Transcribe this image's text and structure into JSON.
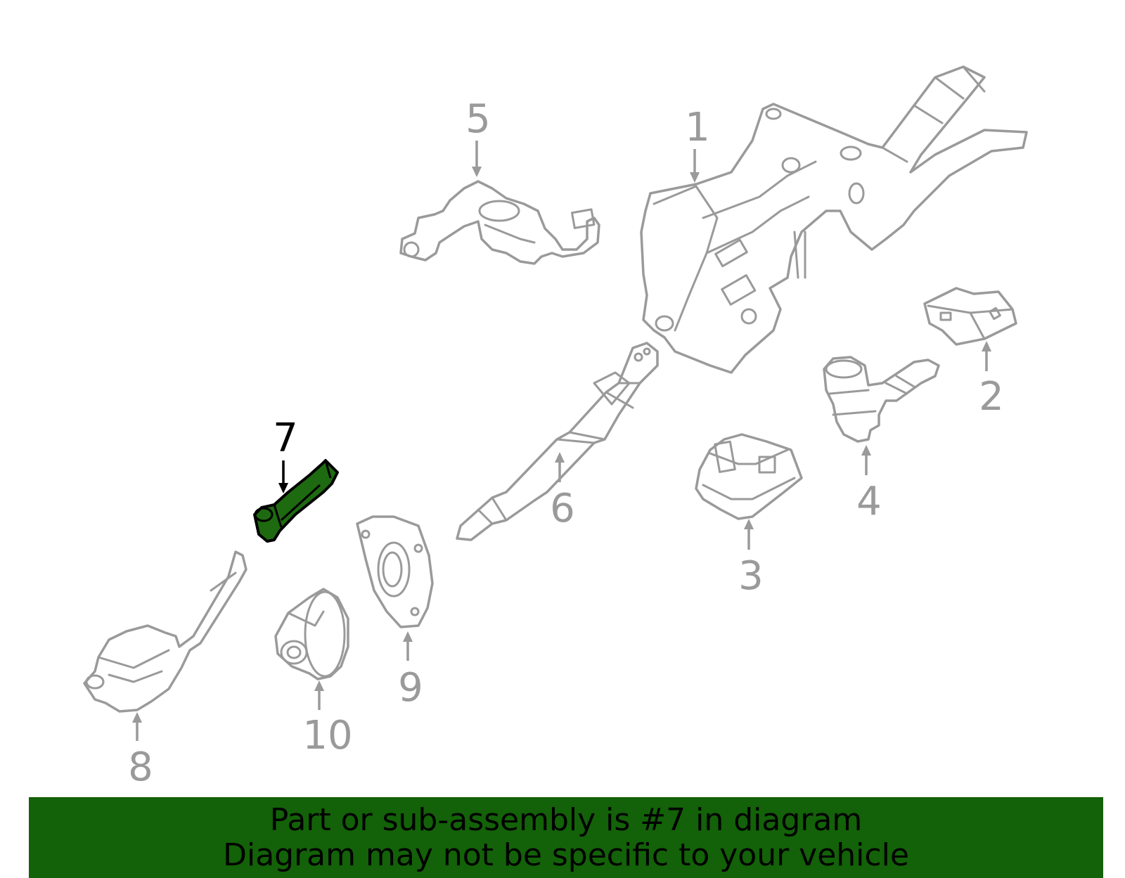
{
  "diagram": {
    "callouts": [
      {
        "id": 1,
        "label": "1"
      },
      {
        "id": 2,
        "label": "2"
      },
      {
        "id": 3,
        "label": "3"
      },
      {
        "id": 4,
        "label": "4"
      },
      {
        "id": 5,
        "label": "5"
      },
      {
        "id": 6,
        "label": "6"
      },
      {
        "id": 7,
        "label": "7",
        "highlighted": true
      },
      {
        "id": 8,
        "label": "8"
      },
      {
        "id": 9,
        "label": "9"
      },
      {
        "id": 10,
        "label": "10"
      }
    ],
    "highlight_color": "#1e6a10",
    "callout_color": "#9a9a9a"
  },
  "banner": {
    "line1": "Part or sub-assembly is #7 in diagram",
    "line2": "Diagram may not be specific to your vehicle",
    "background": "#136108"
  }
}
